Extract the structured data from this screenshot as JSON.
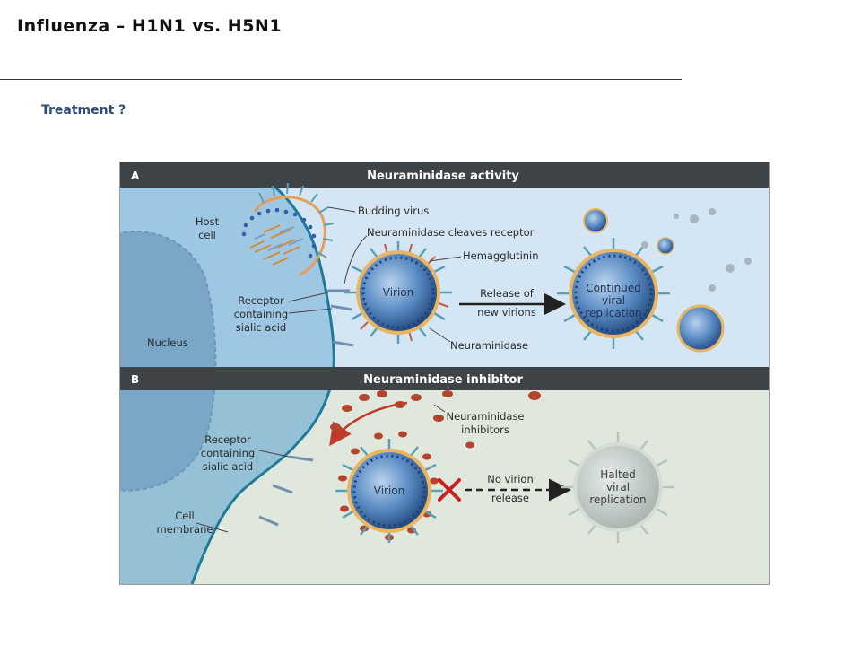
{
  "slide": {
    "title": "Influenza – H1N1 vs. H5N1",
    "subtitle": "Treatment ?"
  },
  "figure": {
    "panel_a": {
      "letter": "A",
      "header": "Neuraminidase activity",
      "labels": {
        "host_cell_1": "Host",
        "host_cell_2": "cell",
        "nucleus": "Nucleus",
        "budding_virus": "Budding virus",
        "na_cleaves": "Neuraminidase cleaves receptor",
        "hemagglutinin": "Hemagglutinin",
        "receptor_1": "Receptor",
        "receptor_2": "containing",
        "receptor_3": "sialic acid",
        "virion": "Virion",
        "release_1": "Release of",
        "release_2": "new virions",
        "neuraminidase": "Neuraminidase",
        "continued_1": "Continued",
        "continued_2": "viral",
        "continued_3": "replication"
      }
    },
    "panel_b": {
      "letter": "B",
      "header": "Neuraminidase inhibitor",
      "labels": {
        "inhibitors_1": "Neuraminidase",
        "inhibitors_2": "inhibitors",
        "receptor_1": "Receptor",
        "receptor_2": "containing",
        "receptor_3": "sialic acid",
        "virion": "Virion",
        "no_release_1": "No virion",
        "no_release_2": "release",
        "membrane_1": "Cell",
        "membrane_2": "membrane",
        "halted_1": "Halted",
        "halted_2": "viral",
        "halted_3": "replication"
      }
    },
    "colors": {
      "header_bar": "#3d4346",
      "panel_a_bg": "#d4e6f3",
      "panel_b_bg": "#e0e8dd",
      "cell_membrane": "#1f7a9a",
      "virion_core": "#3f6fa8",
      "inhibitor": "#b5442f",
      "block_x": "#c8201e"
    }
  }
}
